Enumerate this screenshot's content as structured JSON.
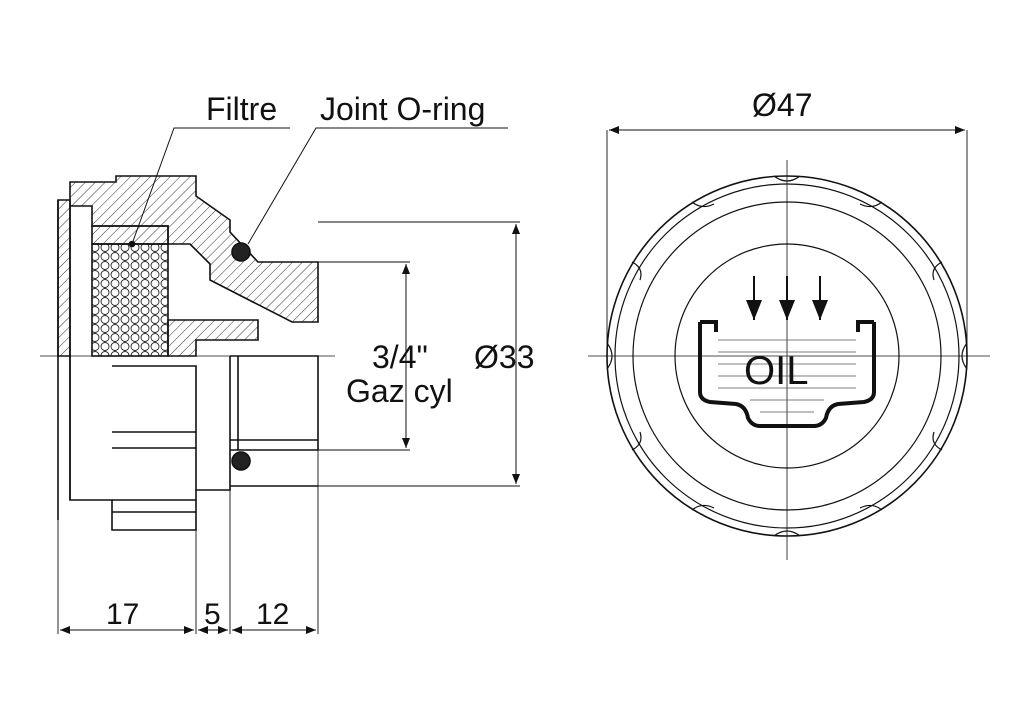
{
  "labels": {
    "filter": "Filtre",
    "oring": "Joint O-ring",
    "thread_size": "3/4\"",
    "thread_type": "Gaz cyl",
    "thread_diameter": "Ø33",
    "outer_diameter": "Ø47",
    "oil": "OIL"
  },
  "dimensions": {
    "body_length": "17",
    "flange_thickness": "5",
    "thread_length": "12"
  },
  "colors": {
    "line": "#111111",
    "hatch": "#333333"
  }
}
